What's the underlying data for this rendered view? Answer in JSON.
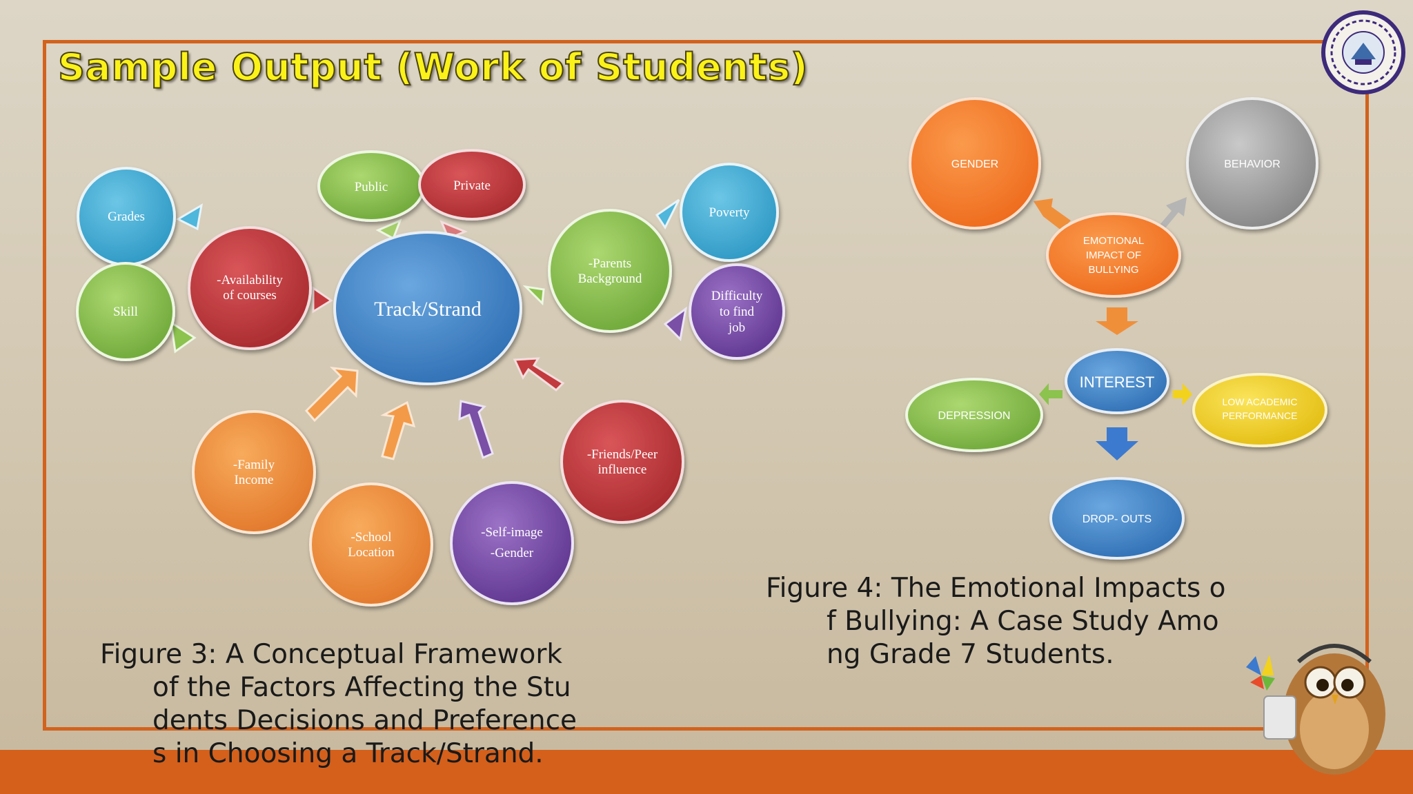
{
  "slide": {
    "title": "Sample Output (Work of Students)"
  },
  "figure3": {
    "caption_lines": [
      "Figure 3: A Conceptual Framework",
      "of the Factors Affecting the Stu",
      "dents Decisions and Preference",
      "s in Choosing a Track/Strand."
    ],
    "center": "Track/Strand",
    "nodes": {
      "grades": "Grades",
      "skill": "Skill",
      "availability": [
        "-Availability",
        "of courses"
      ],
      "public": "Public",
      "private": "Private",
      "parents": [
        "-Parents",
        "Background"
      ],
      "poverty": "Poverty",
      "difficulty": [
        "Difficulty",
        "to find",
        "job"
      ],
      "family": [
        "-Family",
        "Income"
      ],
      "school": [
        "-School",
        "Location"
      ],
      "self": [
        "-Self-image",
        "-Gender"
      ],
      "friends": [
        "-Friends/Peer",
        "influence"
      ]
    }
  },
  "figure4": {
    "caption_lines": [
      "Figure 4: The Emotional Impacts o",
      "f Bullying: A Case Study Amo",
      "ng Grade 7 Students."
    ],
    "nodes": {
      "gender": "GENDER",
      "behavior": "BEHAVIOR",
      "emotional": [
        "EMOTIONAL",
        "IMPACT OF",
        "BULLYING"
      ],
      "interest": "INTEREST",
      "depression": "DEPRESSION",
      "low": [
        "LOW ACADEMIC",
        "PERFORMANCE"
      ],
      "dropouts": "DROP- OUTS"
    }
  },
  "colors": {
    "frame": "#d2621d",
    "bar": "#d4601c",
    "title": "#fbf21a",
    "blue": "#4a88c8",
    "green": "#8cc24e",
    "red": "#c23a3d",
    "orange": "#f08f3a",
    "purple": "#7a4fa6",
    "gray": "#9c9c9c",
    "yellow": "#f2d21c"
  },
  "icons": [
    "seal-logo",
    "owl-mascot"
  ]
}
